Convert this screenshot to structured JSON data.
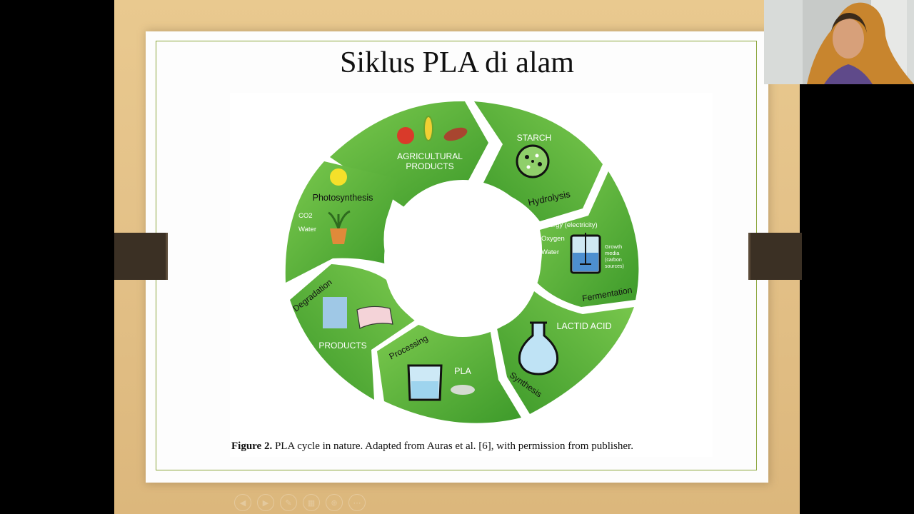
{
  "slide": {
    "title": "Siklus PLA di alam"
  },
  "figure": {
    "caption_bold": "Figure 2.",
    "caption_text": " PLA cycle in nature. Adapted from Auras et al. [6], with permission from publisher.",
    "labels": {
      "agricultural_1": "AGRICULTURAL",
      "agricultural_2": "PRODUCTS",
      "starch": "STARCH",
      "hydrolysis": "Hydrolysis",
      "energy": "Energy (electricity)",
      "oxygen": "Oxygen",
      "water": "Water",
      "growth_1": "Growth",
      "growth_2": "media",
      "growth_3": "(carbon",
      "growth_4": "sources)",
      "fermentation": "Fermentation",
      "lactid_acid": "LACTID ACID",
      "synthesis": "Synthesis",
      "pla": "PLA",
      "processing": "Processing",
      "products": "PRODUCTS",
      "degradation": "Degradation",
      "photosynthesis": "Photosynthesis",
      "co2": "CO2",
      "photo_water": "Water"
    }
  },
  "colors": {
    "green_dark": "#3d9a2a",
    "green_light": "#7bc94e",
    "frame": "#8aa53a",
    "background": "#e4c289"
  },
  "toolbar": {
    "icons": [
      "previous-icon",
      "next-icon",
      "pen-icon",
      "slides-icon",
      "zoom-icon",
      "more-icon"
    ]
  }
}
